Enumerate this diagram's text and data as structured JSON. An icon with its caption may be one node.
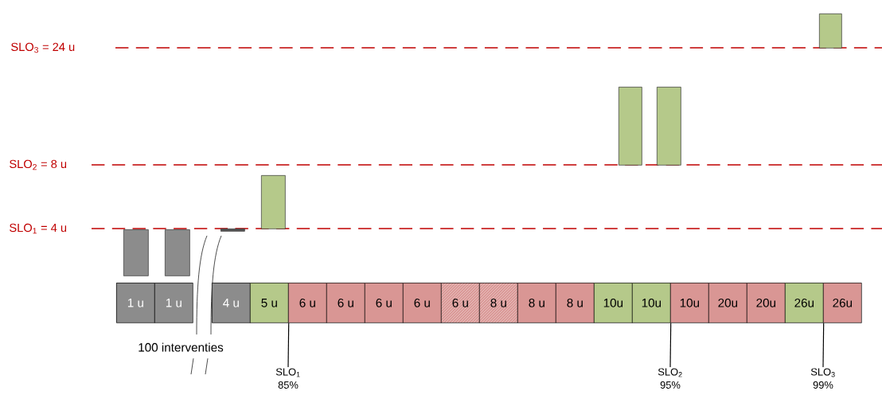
{
  "diagram": {
    "nodes": [
      {
        "text": [
          "1 u"
        ]
      },
      {
        "text": [
          "1 u"
        ]
      },
      {
        "text": [
          "4 u"
        ]
      },
      {
        "text": [
          "5 u"
        ]
      },
      {
        "text": [
          "6 u"
        ]
      },
      {
        "text": [
          "6 u"
        ]
      },
      {
        "text": [
          "6 u"
        ]
      },
      {
        "text": [
          "6 u"
        ]
      },
      {
        "text": [
          "6 u"
        ]
      },
      {
        "text": [
          "8 u"
        ]
      },
      {
        "text": [
          "8 u"
        ]
      },
      {
        "text": [
          "8 u"
        ]
      },
      {
        "text": [
          "10u"
        ]
      },
      {
        "text": [
          "10u"
        ]
      },
      {
        "text": [
          "10u"
        ]
      },
      {
        "text": [
          "20u"
        ]
      },
      {
        "text": [
          "20u"
        ]
      },
      {
        "text": [
          "26u"
        ]
      },
      {
        "text": [
          "26u"
        ]
      },
      {
        "text": [
          "SLO$_{1}$ 85%"
        ]
      },
      {
        "text": [
          "SLO$_{2}$ 95%"
        ]
      },
      {
        "text": [
          "SLO$_{3}$ 99%"
        ]
      },
      {
        "text": [],
        "shape": "bar"
      },
      {
        "text": [],
        "shape": "bar"
      },
      {
        "text": [],
        "shape": "bar"
      },
      {
        "text": [],
        "shape": "bar"
      },
      {
        "text": [],
        "shape": "bar"
      },
      {
        "text": [],
        "shape": "bar"
      },
      {
        "text": [],
        "shape": "bar"
      }
    ],
    "edges": [
      {
        "from": 19,
        "to": 3,
        "arrow": "none"
      },
      {
        "from": 20,
        "to": 13,
        "arrow": "none"
      },
      {
        "from": 21,
        "to": 17,
        "arrow": "none"
      }
    ],
    "labels": [
      "SLO$_{3}$ = 24 u",
      "SLO$_{2}$ = 8 u",
      "SLO$_{1}$ = 4 u",
      "100 interventies"
    ]
  }
}
